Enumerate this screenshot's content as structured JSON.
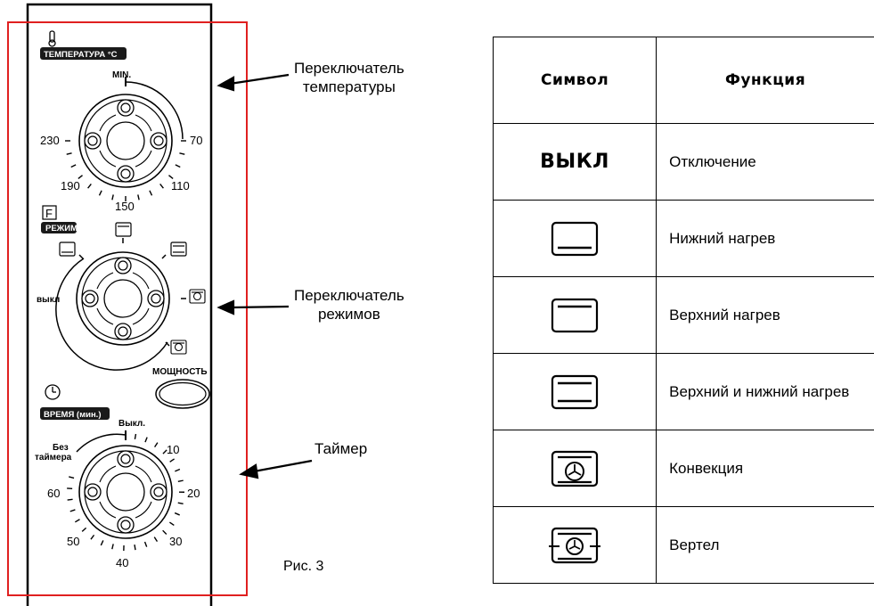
{
  "panel": {
    "temperature_badge": "ТЕМПЕРАТУРА °С",
    "temp_min": "MIN.",
    "temp_scale": [
      "230",
      "70",
      "190",
      "110",
      "150"
    ],
    "mode_letter": "F",
    "mode_badge": "РЕЖИМ",
    "mode_off": "выкл",
    "power_label": "МОЩНОСТЬ",
    "time_badge": "ВРЕМЯ (мин.)",
    "timer_off": "Выкл.",
    "no_timer_1": "Без",
    "no_timer_2": "таймера",
    "timer_scale": [
      "10",
      "60",
      "20",
      "50",
      "30",
      "40"
    ]
  },
  "callouts": {
    "temp_switch_1": "Переключатель",
    "temp_switch_2": "температуры",
    "mode_switch_1": "Переключатель",
    "mode_switch_2": "режимов",
    "timer": "Таймер"
  },
  "figure_label": "Рис. 3",
  "legend": {
    "header_symbol": "Символ",
    "header_function": "Функция",
    "rows": [
      {
        "symbol_text": "ВЫКЛ",
        "icon": "",
        "function": "Отключение"
      },
      {
        "symbol_text": "",
        "icon": "bottom-heat-icon",
        "function": "Нижний нагрев"
      },
      {
        "symbol_text": "",
        "icon": "top-heat-icon",
        "function": "Верхний нагрев"
      },
      {
        "symbol_text": "",
        "icon": "top-bottom-heat-icon",
        "function": "Верхний и нижний нагрев"
      },
      {
        "symbol_text": "",
        "icon": "convection-icon",
        "function": "Конвекция"
      },
      {
        "symbol_text": "",
        "icon": "rotisserie-icon",
        "function": "Вертел"
      }
    ]
  },
  "colors": {
    "highlight": "#e02020",
    "badge": "#1a1a1a"
  }
}
